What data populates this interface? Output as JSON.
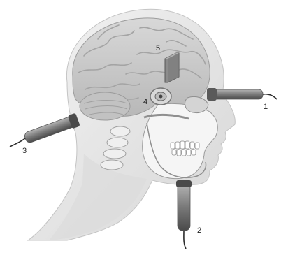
{
  "figure": {
    "labels": [
      {
        "id": "probe-1",
        "text": "1"
      },
      {
        "id": "probe-2",
        "text": "2"
      },
      {
        "id": "probe-3",
        "text": "3"
      },
      {
        "id": "probe-4",
        "text": "4"
      },
      {
        "id": "probe-5",
        "text": "5"
      }
    ]
  },
  "colors": {
    "skin": "#e9e9e9",
    "skin_shadow": "#d2d2d2",
    "brain": "#c9c9c9",
    "brain_gyri": "#a7a7a7",
    "bone": "#f6f6f6",
    "bone_outline": "#9a9a9a",
    "probe_body": "#7a7a7a",
    "probe_dark": "#3f3f3f",
    "cable": "#2b2b2b",
    "text": "#222222"
  }
}
